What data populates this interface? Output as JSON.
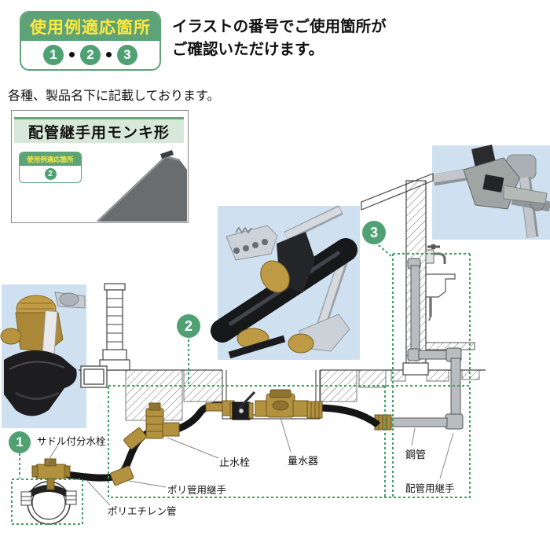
{
  "header": {
    "badge_title": "使用例適応箇所",
    "badge_numbers": [
      "1",
      "2",
      "3"
    ],
    "desc_line1": "イラストの番号でご使用箇所が",
    "desc_line2": "ご確認いただけます。"
  },
  "note": "各種、製品名下に記載しております。",
  "product_card": {
    "title": "配管継手用モンキ形",
    "badge_title": "使用例適応箇所",
    "badge_number": "2"
  },
  "diagram": {
    "markers": [
      "1",
      "2",
      "3"
    ],
    "labels": {
      "saddle_valve": "サドル付分水栓",
      "stop_valve": "止水栓",
      "water_meter": "量水器",
      "poly_pipe_fitting": "ポリ管用継手",
      "polyethylene_pipe": "ポリエチレン管",
      "steel_pipe": "鋼管",
      "piping_fitting": "配管用継手"
    }
  },
  "colors": {
    "green": "#5ea377",
    "circle_green": "#4fa173",
    "badge_text_yellow": "#ffe93f",
    "dashed_green": "#3fa065",
    "photo_bg": "#cfe1f0",
    "brass": "#b3923f",
    "pipe_black": "#161616",
    "steel_gray": "#b9bdc0"
  }
}
